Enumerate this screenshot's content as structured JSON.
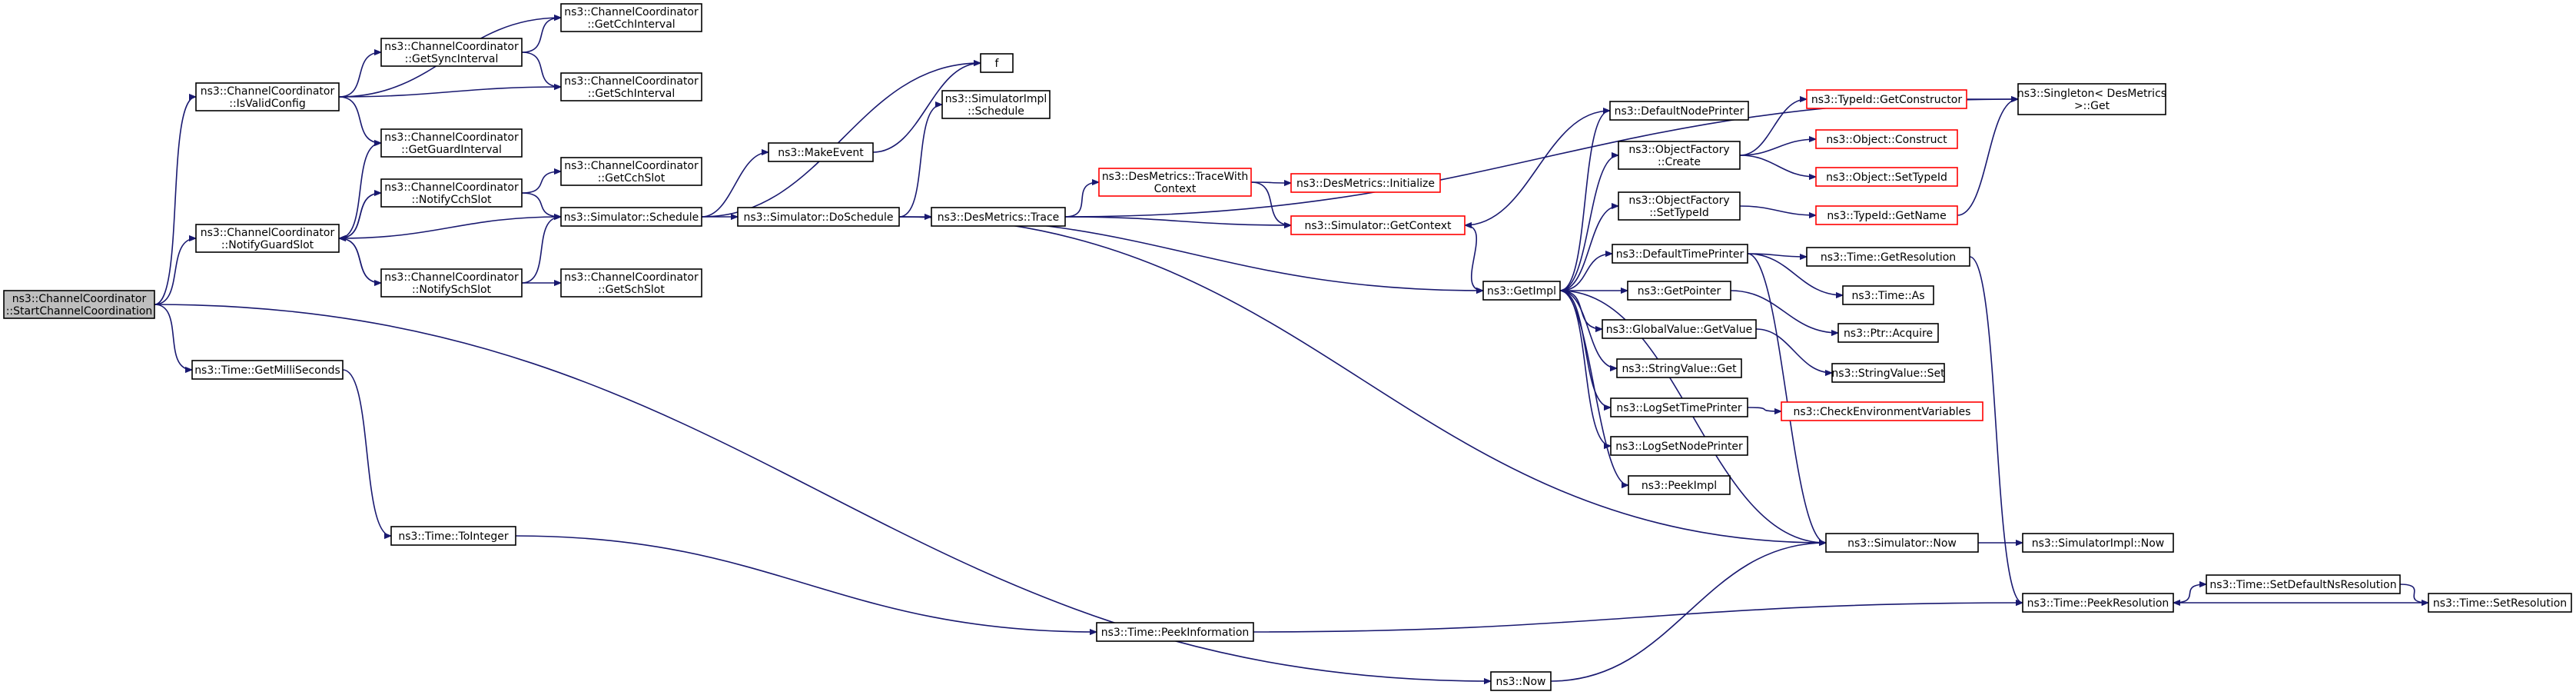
{
  "colors": {
    "edge": "#191970",
    "node_border": "#000000",
    "node_border_truncated": "#ff0000",
    "node_fill": "#ffffff",
    "root_fill": "#bfbfbf",
    "background": "#ffffff"
  },
  "nodes": [
    {
      "id": "root",
      "lines": [
        "ns3::ChannelCoordinator",
        "::StartChannelCoordination"
      ],
      "style": "root"
    },
    {
      "id": "isvalid",
      "lines": [
        "ns3::ChannelCoordinator",
        "::IsValidConfig"
      ],
      "style": "normal"
    },
    {
      "id": "notifyguard",
      "lines": [
        "ns3::ChannelCoordinator",
        "::NotifyGuardSlot"
      ],
      "style": "normal"
    },
    {
      "id": "getmilli",
      "lines": [
        "ns3::Time::GetMilliSeconds"
      ],
      "style": "normal"
    },
    {
      "id": "getcchint",
      "lines": [
        "ns3::ChannelCoordinator",
        "::GetCchInterval"
      ],
      "style": "normal"
    },
    {
      "id": "getsync",
      "lines": [
        "ns3::ChannelCoordinator",
        "::GetSyncInterval"
      ],
      "style": "normal"
    },
    {
      "id": "getschint",
      "lines": [
        "ns3::ChannelCoordinator",
        "::GetSchInterval"
      ],
      "style": "normal"
    },
    {
      "id": "getguard",
      "lines": [
        "ns3::ChannelCoordinator",
        "::GetGuardInterval"
      ],
      "style": "normal"
    },
    {
      "id": "notifycch",
      "lines": [
        "ns3::ChannelCoordinator",
        "::NotifyCchSlot"
      ],
      "style": "normal"
    },
    {
      "id": "getcchslot",
      "lines": [
        "ns3::ChannelCoordinator",
        "::GetCchSlot"
      ],
      "style": "normal"
    },
    {
      "id": "schedule",
      "lines": [
        "ns3::Simulator::Schedule"
      ],
      "style": "normal"
    },
    {
      "id": "notifysch",
      "lines": [
        "ns3::ChannelCoordinator",
        "::NotifySchSlot"
      ],
      "style": "normal"
    },
    {
      "id": "getschslot",
      "lines": [
        "ns3::ChannelCoordinator",
        "::GetSchSlot"
      ],
      "style": "normal"
    },
    {
      "id": "toint",
      "lines": [
        "ns3::Time::ToInteger"
      ],
      "style": "normal"
    },
    {
      "id": "f",
      "lines": [
        "f"
      ],
      "style": "normal"
    },
    {
      "id": "makeevent",
      "lines": [
        "ns3::MakeEvent"
      ],
      "style": "normal"
    },
    {
      "id": "simimplsched",
      "lines": [
        "ns3::SimulatorImpl",
        "::Schedule"
      ],
      "style": "normal"
    },
    {
      "id": "doschedule",
      "lines": [
        "ns3::Simulator::DoSchedule"
      ],
      "style": "normal"
    },
    {
      "id": "dmtrace",
      "lines": [
        "ns3::DesMetrics::Trace"
      ],
      "style": "normal"
    },
    {
      "id": "dmtracectx",
      "lines": [
        "ns3::DesMetrics::TraceWith",
        "Context"
      ],
      "style": "truncated"
    },
    {
      "id": "dminit",
      "lines": [
        "ns3::DesMetrics::Initialize"
      ],
      "style": "truncated"
    },
    {
      "id": "getcontext",
      "lines": [
        "ns3::Simulator::GetContext"
      ],
      "style": "truncated"
    },
    {
      "id": "peekinfo",
      "lines": [
        "ns3::Time::PeekInformation"
      ],
      "style": "normal"
    },
    {
      "id": "now",
      "lines": [
        "ns3::Now"
      ],
      "style": "normal"
    },
    {
      "id": "getimpl",
      "lines": [
        "ns3::GetImpl"
      ],
      "style": "normal"
    },
    {
      "id": "defnodeprinter",
      "lines": [
        "ns3::DefaultNodePrinter"
      ],
      "style": "normal"
    },
    {
      "id": "objfactcreate",
      "lines": [
        "ns3::ObjectFactory",
        "::Create"
      ],
      "style": "normal"
    },
    {
      "id": "objfactsettype",
      "lines": [
        "ns3::ObjectFactory",
        "::SetTypeId"
      ],
      "style": "normal"
    },
    {
      "id": "deftimeprinter",
      "lines": [
        "ns3::DefaultTimePrinter"
      ],
      "style": "normal"
    },
    {
      "id": "getpointer",
      "lines": [
        "ns3::GetPointer"
      ],
      "style": "normal"
    },
    {
      "id": "globalval",
      "lines": [
        "ns3::GlobalValue::GetValue"
      ],
      "style": "normal"
    },
    {
      "id": "stringget",
      "lines": [
        "ns3::StringValue::Get"
      ],
      "style": "normal"
    },
    {
      "id": "logsettime",
      "lines": [
        "ns3::LogSetTimePrinter"
      ],
      "style": "normal"
    },
    {
      "id": "logsetnode",
      "lines": [
        "ns3::LogSetNodePrinter"
      ],
      "style": "normal"
    },
    {
      "id": "peekimpl",
      "lines": [
        "ns3::PeekImpl"
      ],
      "style": "normal"
    },
    {
      "id": "simnow",
      "lines": [
        "ns3::Simulator::Now"
      ],
      "style": "normal"
    },
    {
      "id": "typeidgetctor",
      "lines": [
        "ns3::TypeId::GetConstructor"
      ],
      "style": "truncated"
    },
    {
      "id": "objconstruct",
      "lines": [
        "ns3::Object::Construct"
      ],
      "style": "truncated"
    },
    {
      "id": "objsettype",
      "lines": [
        "ns3::Object::SetTypeId"
      ],
      "style": "truncated"
    },
    {
      "id": "typeidgetname",
      "lines": [
        "ns3::TypeId::GetName"
      ],
      "style": "truncated"
    },
    {
      "id": "singleton",
      "lines": [
        "ns3::Singleton< DesMetrics",
        " >::Get"
      ],
      "style": "normal"
    },
    {
      "id": "getres",
      "lines": [
        "ns3::Time::GetResolution"
      ],
      "style": "normal"
    },
    {
      "id": "timeas",
      "lines": [
        "ns3::Time::As"
      ],
      "style": "normal"
    },
    {
      "id": "ptracquire",
      "lines": [
        "ns3::Ptr::Acquire"
      ],
      "style": "normal"
    },
    {
      "id": "stringset",
      "lines": [
        "ns3::StringValue::Set"
      ],
      "style": "normal"
    },
    {
      "id": "checkenv",
      "lines": [
        "ns3::CheckEnvironmentVariables"
      ],
      "style": "truncated"
    },
    {
      "id": "simimplnow",
      "lines": [
        "ns3::SimulatorImpl::Now"
      ],
      "style": "normal"
    },
    {
      "id": "peekres",
      "lines": [
        "ns3::Time::PeekResolution"
      ],
      "style": "normal"
    },
    {
      "id": "setdefns",
      "lines": [
        "ns3::Time::SetDefaultNsResolution"
      ],
      "style": "normal"
    },
    {
      "id": "setres",
      "lines": [
        "ns3::Time::SetResolution"
      ],
      "style": "normal"
    }
  ],
  "edges": [
    [
      "root",
      "isvalid"
    ],
    [
      "root",
      "notifyguard"
    ],
    [
      "root",
      "getmilli"
    ],
    [
      "root",
      "now"
    ],
    [
      "isvalid",
      "getcchint"
    ],
    [
      "isvalid",
      "getsync"
    ],
    [
      "isvalid",
      "getschint"
    ],
    [
      "isvalid",
      "getguard"
    ],
    [
      "getsync",
      "getcchint"
    ],
    [
      "getsync",
      "getschint"
    ],
    [
      "notifyguard",
      "getguard"
    ],
    [
      "notifyguard",
      "notifycch"
    ],
    [
      "notifyguard",
      "schedule"
    ],
    [
      "notifyguard",
      "notifysch"
    ],
    [
      "notifycch",
      "notifyguard"
    ],
    [
      "notifycch",
      "getcchslot"
    ],
    [
      "notifycch",
      "schedule"
    ],
    [
      "notifysch",
      "notifyguard"
    ],
    [
      "notifysch",
      "getschslot"
    ],
    [
      "notifysch",
      "schedule"
    ],
    [
      "getmilli",
      "toint"
    ],
    [
      "toint",
      "peekinfo"
    ],
    [
      "schedule",
      "f"
    ],
    [
      "schedule",
      "makeevent"
    ],
    [
      "schedule",
      "doschedule"
    ],
    [
      "makeevent",
      "f"
    ],
    [
      "doschedule",
      "simimplsched"
    ],
    [
      "doschedule",
      "dmtrace"
    ],
    [
      "doschedule",
      "getimpl"
    ],
    [
      "doschedule",
      "simnow"
    ],
    [
      "dmtrace",
      "dmtracectx"
    ],
    [
      "dmtrace",
      "getcontext"
    ],
    [
      "dmtrace",
      "singleton"
    ],
    [
      "dmtracectx",
      "dminit"
    ],
    [
      "dmtracectx",
      "getcontext"
    ],
    [
      "getcontext",
      "getimpl"
    ],
    [
      "peekinfo",
      "peekres"
    ],
    [
      "now",
      "simnow"
    ],
    [
      "getimpl",
      "defnodeprinter"
    ],
    [
      "getimpl",
      "objfactcreate"
    ],
    [
      "getimpl",
      "objfactsettype"
    ],
    [
      "getimpl",
      "deftimeprinter"
    ],
    [
      "getimpl",
      "getpointer"
    ],
    [
      "getimpl",
      "globalval"
    ],
    [
      "getimpl",
      "stringget"
    ],
    [
      "getimpl",
      "logsettime"
    ],
    [
      "getimpl",
      "logsetnode"
    ],
    [
      "getimpl",
      "peekimpl"
    ],
    [
      "defnodeprinter",
      "getcontext"
    ],
    [
      "objfactcreate",
      "typeidgetctor"
    ],
    [
      "objfactcreate",
      "objconstruct"
    ],
    [
      "objfactcreate",
      "objsettype"
    ],
    [
      "typeidgetctor",
      "singleton"
    ],
    [
      "objfactsettype",
      "typeidgetname"
    ],
    [
      "typeidgetname",
      "singleton"
    ],
    [
      "deftimeprinter",
      "getres"
    ],
    [
      "deftimeprinter",
      "timeas"
    ],
    [
      "deftimeprinter",
      "simnow"
    ],
    [
      "getpointer",
      "ptracquire"
    ],
    [
      "globalval",
      "stringset"
    ],
    [
      "logsettime",
      "checkenv"
    ],
    [
      "simnow",
      "getimpl"
    ],
    [
      "simnow",
      "simimplnow"
    ],
    [
      "getres",
      "peekres"
    ],
    [
      "peekres",
      "setdefns"
    ],
    [
      "setdefns",
      "setres"
    ],
    [
      "setres",
      "peekres"
    ]
  ]
}
